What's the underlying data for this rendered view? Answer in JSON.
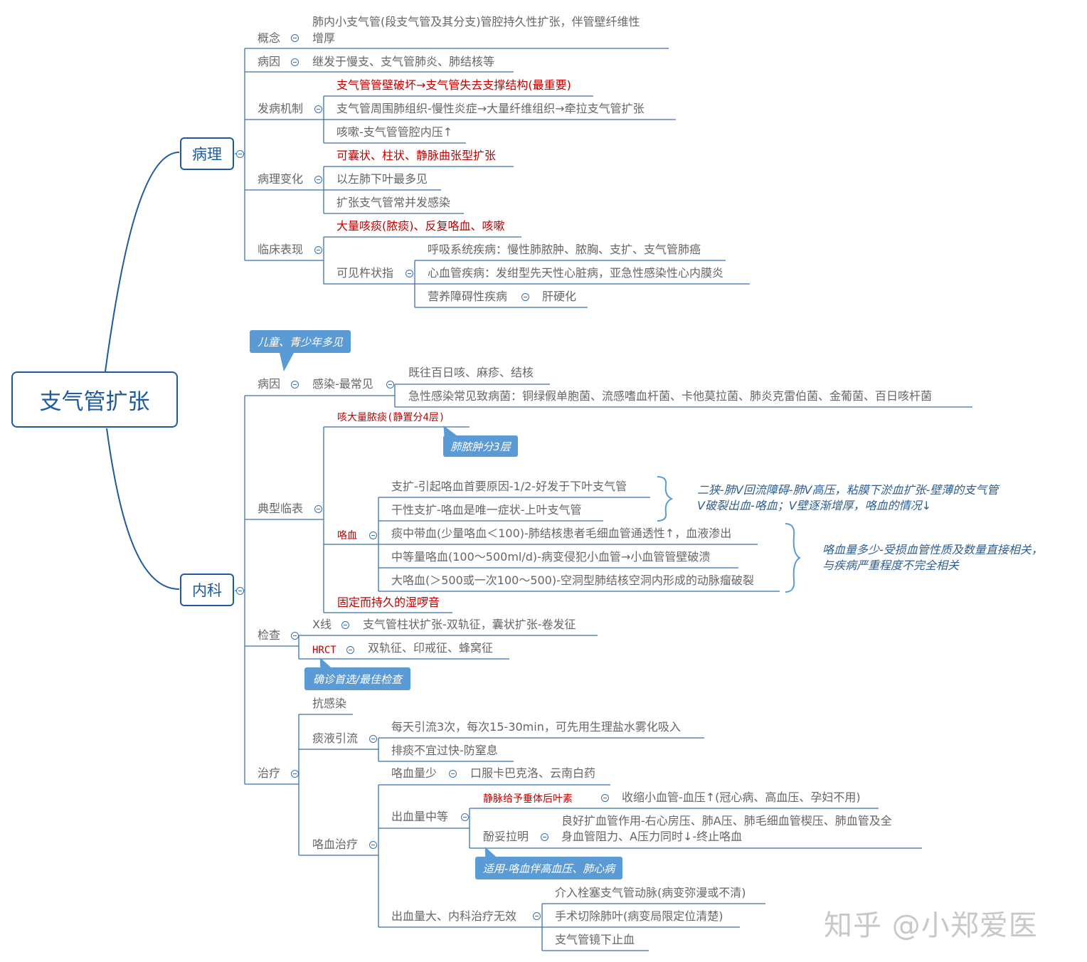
{
  "root": "支气管扩张",
  "pathology": {
    "title": "病理",
    "concept": {
      "label": "概念",
      "line1": "肺内小支气管(段支气管及其分支)管腔持久性扩张，伴管壁纤维性",
      "line2": "增厚"
    },
    "cause": {
      "label": "病因",
      "text": "继发于慢支、支气管肺炎、肺结核等"
    },
    "mechanism": {
      "label": "发病机制",
      "items": [
        "支气管管壁破坏→支气管失去支撑结构(最重要)",
        "支气管周围肺组织-慢性炎症→大量纤维组织→牵拉支气管扩张",
        "咳嗽-支气管管腔内压↑"
      ]
    },
    "changes": {
      "label": "病理变化",
      "items": [
        "可囊状、柱状、静脉曲张型扩张",
        "以左肺下叶最多见",
        "扩张支气管常并发感染"
      ]
    },
    "clinical": {
      "label": "临床表现",
      "item1": "大量咳痰(脓痰)、反复咯血、咳嗽",
      "clubbing": "可见杵状指",
      "sub": [
        "呼吸系统疾病：慢性肺脓肿、脓胸、支扩、支气管肺癌",
        "心血管疾病：发绀型先天性心脏病，亚急性感染性心内膜炎",
        "营养障碍性疾病"
      ],
      "sub3_child": "肝硬化"
    }
  },
  "internal": {
    "title": "内科",
    "cause": {
      "label": "病因",
      "callout": "儿童、青少年多见",
      "infection": "感染-最常见",
      "items": [
        "既往百日咳、麻疹、结核",
        "急性感染常见致病菌：铜绿假单胞菌、流感嗜血杆菌、卡他莫拉菌、肺炎克雷伯菌、金葡菌、百日咳杆菌"
      ]
    },
    "typical": {
      "label": "典型临表",
      "sputum": "咳大量脓痰(静置分4层)",
      "sputum_callout": "肺脓肿分3层",
      "hemoptysis": "咯血",
      "hemo_items": [
        "支扩-引起咯血首要原因-1/2-好发于下叶支气管",
        "干性支扩-咯血是唯一症状-上叶支气管",
        "痰中带血(少量咯血＜100)-肺结核患者毛细血管通透性↑，血液渗出",
        "中等量咯血(100～500ml/d)-病变侵犯小血管→小血管管壁破溃",
        "大咯血(＞500或一次100～500)-空洞型肺结核空洞内形成的动脉瘤破裂"
      ],
      "note1": [
        "二狭-肺V回流障碍-肺V高压，粘膜下淤血扩张-壁薄的支气管",
        "V破裂出血-咯血；V壁逐渐增厚，咯血的情况↓"
      ],
      "note2": [
        "咯血量多少-受损血管性质及数量直接相关，",
        "与疾病严重程度不完全相关"
      ],
      "rales": "固定而持久的湿啰音"
    },
    "exam": {
      "label": "检查",
      "xray": "X线",
      "xray_text": "支气管柱状扩张-双轨征，囊状扩张-卷发征",
      "hrct": "HRCT",
      "hrct_text": "双轨征、印戒征、蜂窝征",
      "callout": "确诊首选/最佳检查"
    },
    "treatment": {
      "label": "治疗",
      "anti": "抗感染",
      "drainage": "痰液引流",
      "drainage_items": [
        "每天引流3次，每次15-30min，可先用生理盐水雾化吸入",
        "排痰不宜过快-防窒息"
      ],
      "hemo_treat": "咯血治疗",
      "small": "咯血量少",
      "small_text": "口服卡巴克洛、云南白药",
      "medium": "出血量中等",
      "pituitrin": "静脉给予垂体后叶素",
      "pituitrin_text": "收缩小血管-血压↑(冠心病、高血压、孕妇不用)",
      "phentolamine": "酚妥拉明",
      "phen_line1": "良好扩血管作用-右心房压、肺A压、肺毛细血管楔压、肺血管及全",
      "phen_line2": "身血管阻力、A压力同时↓-终止咯血",
      "phen_callout": "适用-咯血伴高血压、肺心病",
      "large": "出血量大、内科治疗无效",
      "large_items": [
        "介入栓塞支气管动脉(病变弥漫或不清)",
        "手术切除肺叶(病变局限定位清楚)",
        "支气管镜下止血"
      ]
    }
  },
  "watermark": "知乎 @小郑爱医",
  "colors": {
    "line": "#3a72b0",
    "text": "#666666",
    "red": "#c00000",
    "callout": "#5b9bd5",
    "note": "#2e5e8e"
  }
}
